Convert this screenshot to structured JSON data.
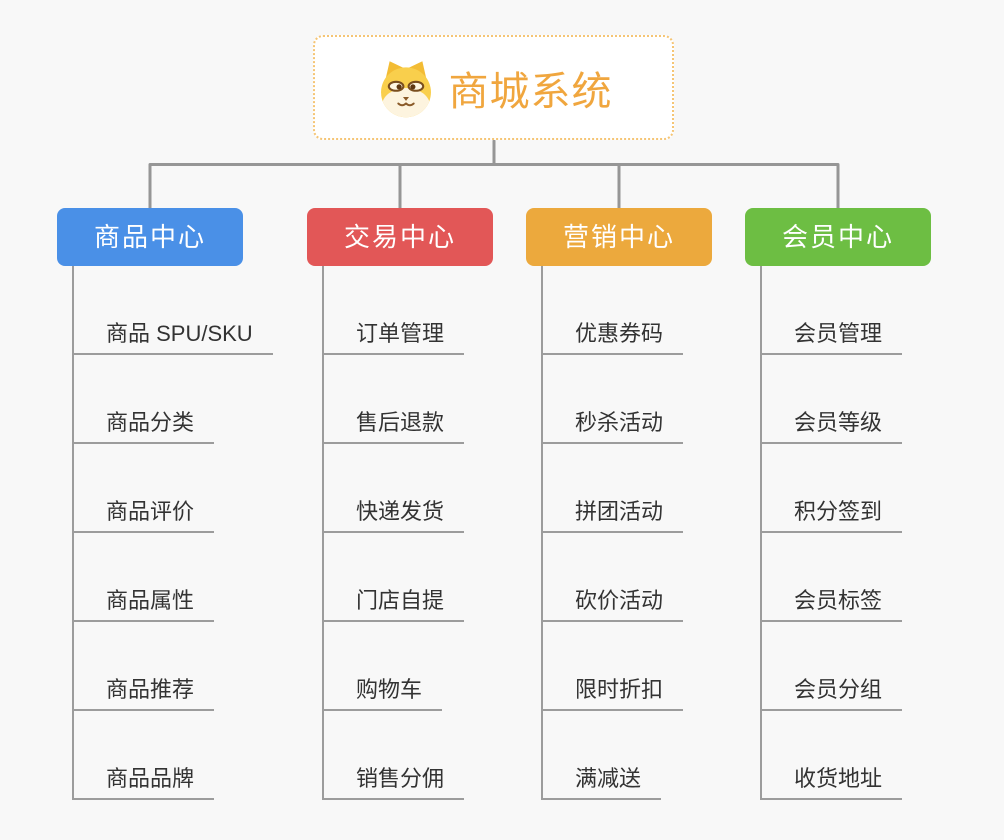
{
  "root": {
    "title": "商城系统",
    "icon": "dog-face-icon"
  },
  "branches": [
    {
      "label": "商品中心",
      "color": "#4A90E7",
      "children": [
        "商品 SPU/SKU",
        "商品分类",
        "商品评价",
        "商品属性",
        "商品推荐",
        "商品品牌"
      ]
    },
    {
      "label": "交易中心",
      "color": "#E25757",
      "children": [
        "订单管理",
        "售后退款",
        "快递发货",
        "门店自提",
        "购物车",
        "销售分佣"
      ]
    },
    {
      "label": "营销中心",
      "color": "#ECA93D",
      "children": [
        "优惠券码",
        "秒杀活动",
        "拼团活动",
        "砍价活动",
        "限时折扣",
        "满减送"
      ]
    },
    {
      "label": "会员中心",
      "color": "#6DBE43",
      "children": [
        "会员管理",
        "会员等级",
        "积分签到",
        "会员标签",
        "会员分组",
        "收货地址"
      ]
    }
  ],
  "colors": {
    "background": "#F8F8F8",
    "connector": "#969696",
    "child_line": "#9C9C9C",
    "root_text": "#F0A63E",
    "root_border": "#F5C575",
    "child_text": "#333333"
  }
}
